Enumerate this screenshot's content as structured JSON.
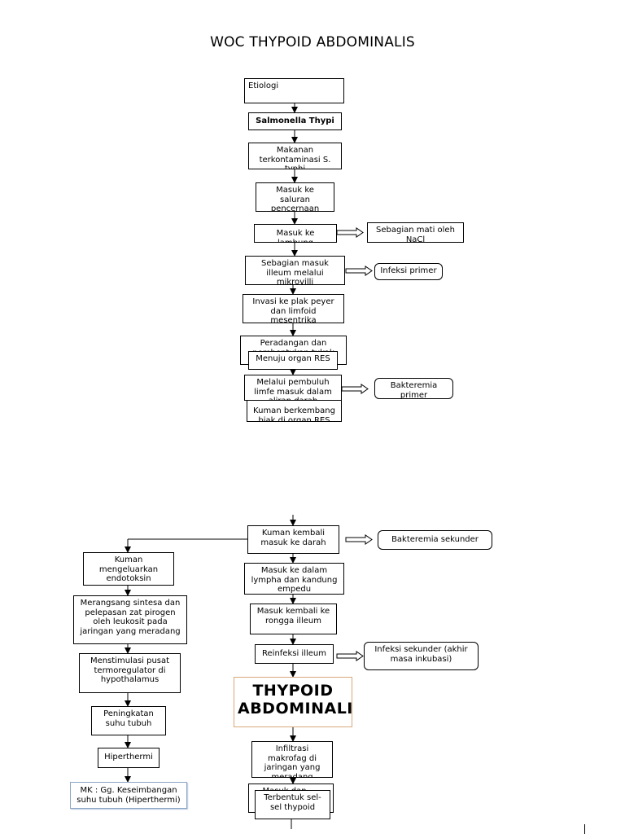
{
  "title": "WOC THYPOID ABDOMINALIS",
  "boxes": {
    "etiologi": "Etiologi",
    "salmonella": "Salmonella Thypi",
    "makanan": "Makanan terkontaminasi S. typhi",
    "masuk_saluran": "Masuk ke saluran pencernaan",
    "lambung": "Masuk ke lambung",
    "mati_nacl": "Sebagian mati oleh NaCl",
    "illeum": "Sebagian masuk illeum melalui mikrovilli",
    "infeksi_primer": "Infeksi primer",
    "invasi": "Invasi ke plak peyer dan limfoid mesentrika",
    "peradangan": "Peradangan dan pembentukan tukak",
    "menuju_res": "Menuju organ RES",
    "pembuluh_limfe": "Melalui pembuluh limfe masuk dalam aliran darah",
    "berkembang_res": "Kuman berkembang biak di organ RES",
    "bakteremia_primer": "Bakteremia primer",
    "kuman_kembali": "Kuman kembali masuk ke darah",
    "bakteremia_sekunder": "Bakteremia sekunder",
    "kuman_endotoksin": "Kuman mengeluarkan endotoksin",
    "lympha": "Masuk ke dalam lympha dan kandung empedu",
    "merangsang": "Merangsang sintesa dan pelepasan zat pirogen oleh leukosit pada jaringan yang meradang",
    "rongga_illeum": "Masuk kembali ke rongga illeum",
    "menstimulasi": "Menstimulasi pusat termoregulator di hypothalamus",
    "reinfeksi": "Reinfeksi illeum",
    "infeksi_sekunder": "Infeksi sekunder (akhir masa inkubasi)",
    "thypoid": "THYPOID ABDOMINALIS",
    "peningkatan": "Peningkatan suhu tubuh",
    "infiltrasi": "Infiltrasi makrofag di jaringan yang meradang",
    "hiperthermi": "Hiperthermi",
    "masuk_dan": "Masuk dan ....",
    "mk": "MK : Gg. Keseimbangan suhu tubuh (Hiperthermi)",
    "sel_thypoid": "Terbentuk sel-sel thypoid"
  }
}
